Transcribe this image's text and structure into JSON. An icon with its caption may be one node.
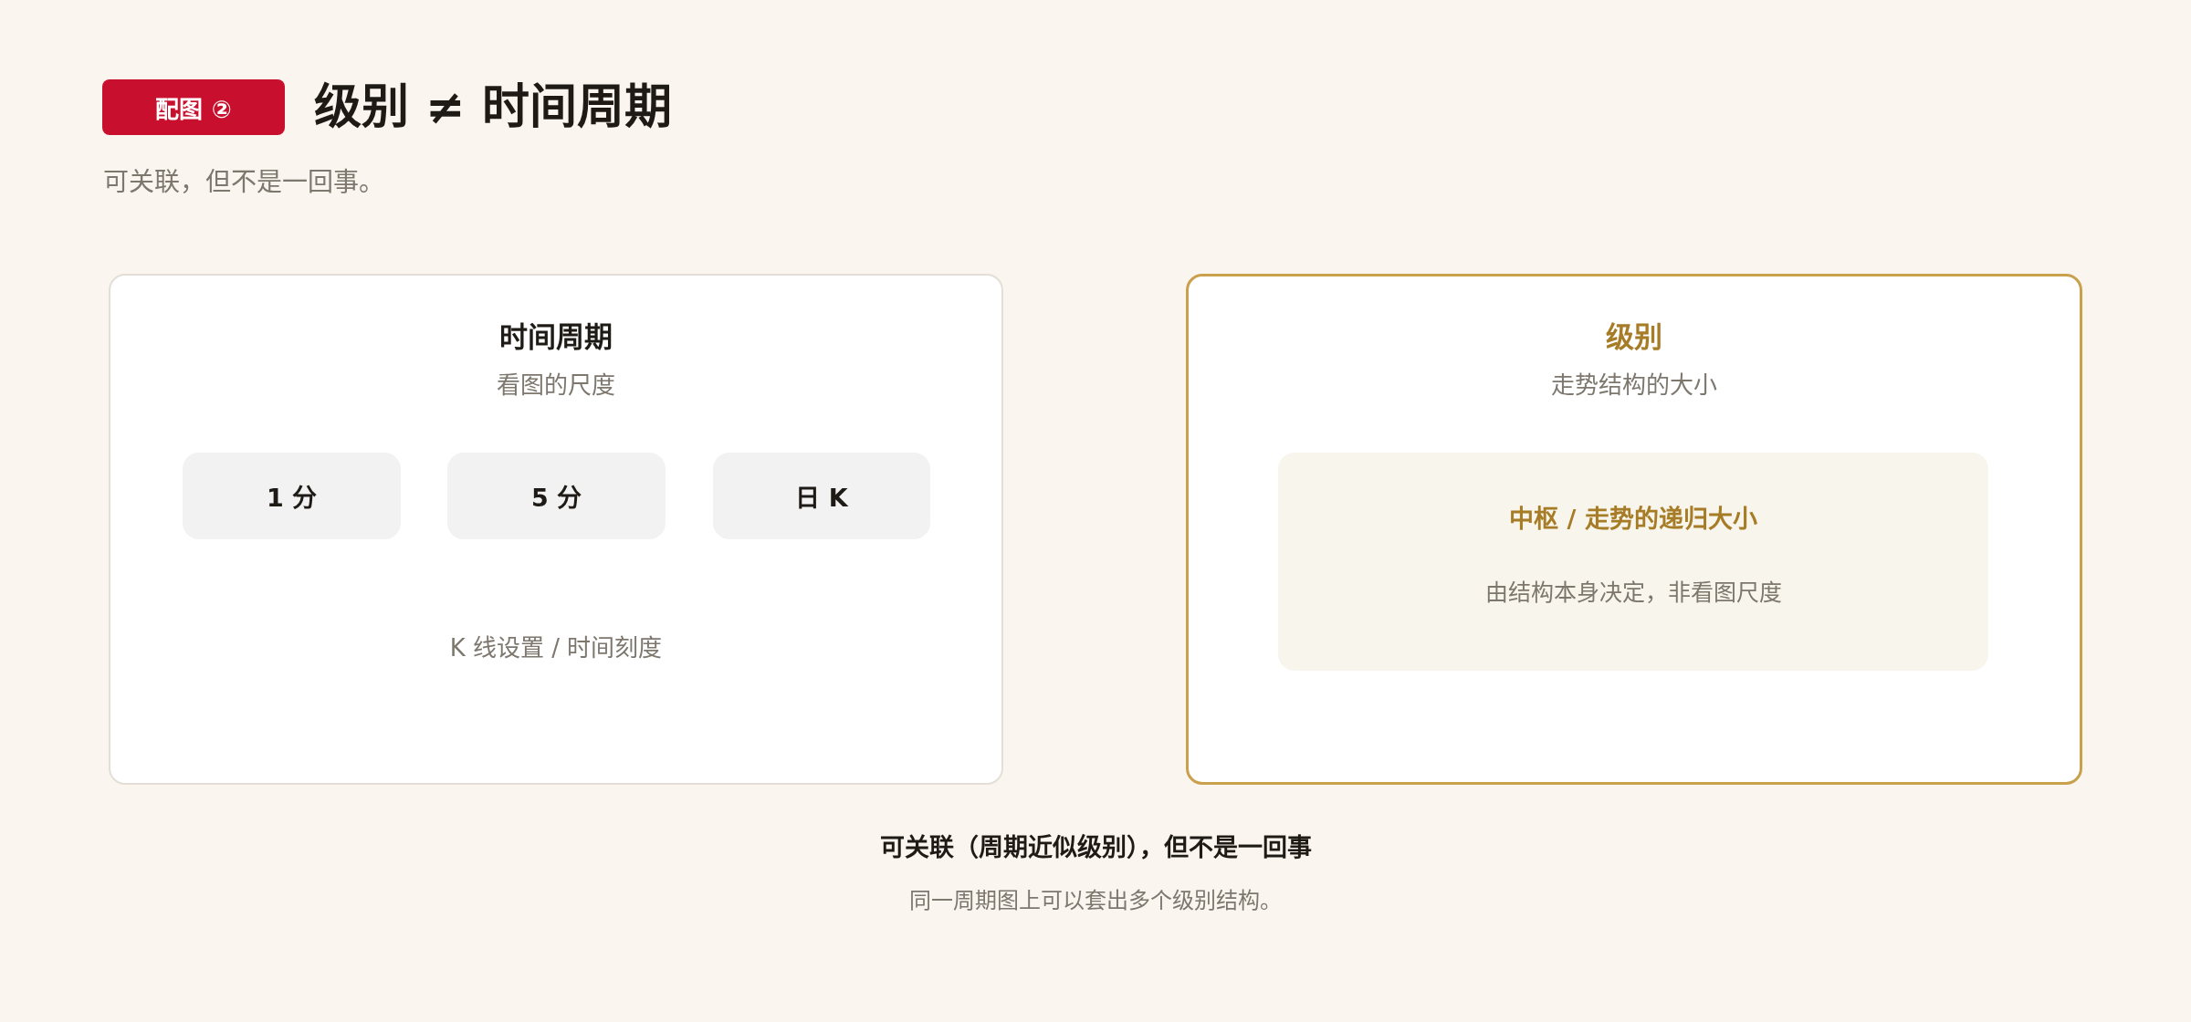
{
  "diagram": {
    "title": "级别 ≠ 时间周期",
    "nodes": [
      {
        "text": [
          "配图 ②"
        ]
      },
      {
        "text": [
          "时间周期",
          "看图的尺度",
          "K 线设置 / 时间刻度"
        ]
      },
      {
        "text": [
          "1 分"
        ],
        "in": 1
      },
      {
        "text": [
          "5 分"
        ],
        "in": 1
      },
      {
        "text": [
          "日 K"
        ],
        "in": 1
      },
      {
        "text": [
          "级别",
          "走势结构的大小"
        ]
      },
      {
        "text": [
          "中枢 / 走势的递归大小",
          "由结构本身决定，非看图尺度"
        ],
        "in": 5
      }
    ],
    "labels": [
      "可关联，但不是一回事。",
      "可关联（周期近似级别），但不是一回事",
      "同一周期图上可以套出多个级别结构。"
    ]
  }
}
